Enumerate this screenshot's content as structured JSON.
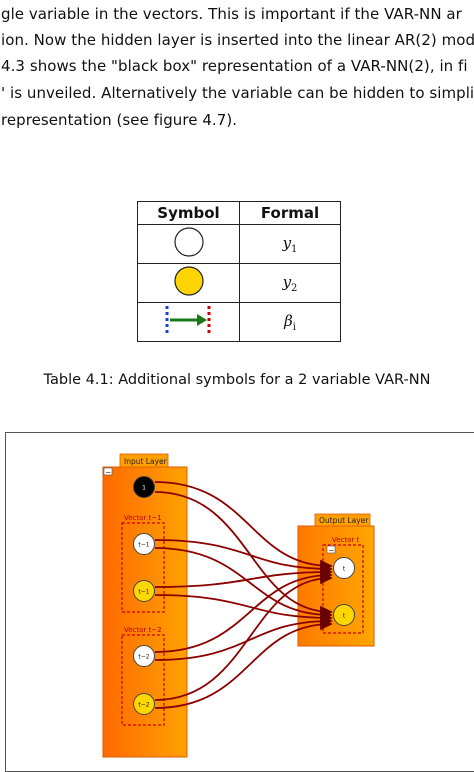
{
  "paragraph": {
    "lines": [
      "gle variable in the vectors.  This is important if the VAR-NN ar",
      "ion.  Now the hidden layer is inserted into the linear AR(2) mod",
      " 4.3 shows the \"black box\" representation of a VAR-NN(2), in fi",
      "' is unveiled.  Alternatively the variable can be hidden to simplif",
      " representation (see figure 4.7)."
    ]
  },
  "table": {
    "headers": {
      "symbol": "Symbol",
      "formal": "Formal"
    },
    "rows": [
      {
        "icon": "white-circle-icon",
        "formal_base": "y",
        "formal_sub": "1"
      },
      {
        "icon": "yellow-circle-icon",
        "formal_base": "y",
        "formal_sub": "2"
      },
      {
        "icon": "green-arrow-icon",
        "formal_base": "β",
        "formal_sub": "i"
      }
    ]
  },
  "caption": "Table 4.1: Additional symbols for a 2 variable VAR-NN",
  "figure": {
    "input_layer": {
      "title": "Input Layer",
      "top_node": "1",
      "vectors": [
        {
          "title": "Vector t−1",
          "nodes": [
            "t−1",
            "t−1"
          ]
        },
        {
          "title": "Vector t−2",
          "nodes": [
            "t−2",
            "t−2"
          ]
        }
      ]
    },
    "output_layer": {
      "title": "Output Layer",
      "vector": {
        "title": "Vector t",
        "nodes": [
          "t",
          "t"
        ]
      }
    },
    "collapse_glyph": "−",
    "colors": {
      "layer_fill": "#ff8a00",
      "layer_border": "#e05a00",
      "vector_box": "#cc0000",
      "edge": "#8b0000",
      "node_white": "#ffffff",
      "node_yellow": "#ffd700",
      "node_black": "#000000",
      "arrow_green": "#1a7a1a",
      "arrow_blue": "#1f3fd0",
      "arrow_red": "#cc0000"
    }
  }
}
